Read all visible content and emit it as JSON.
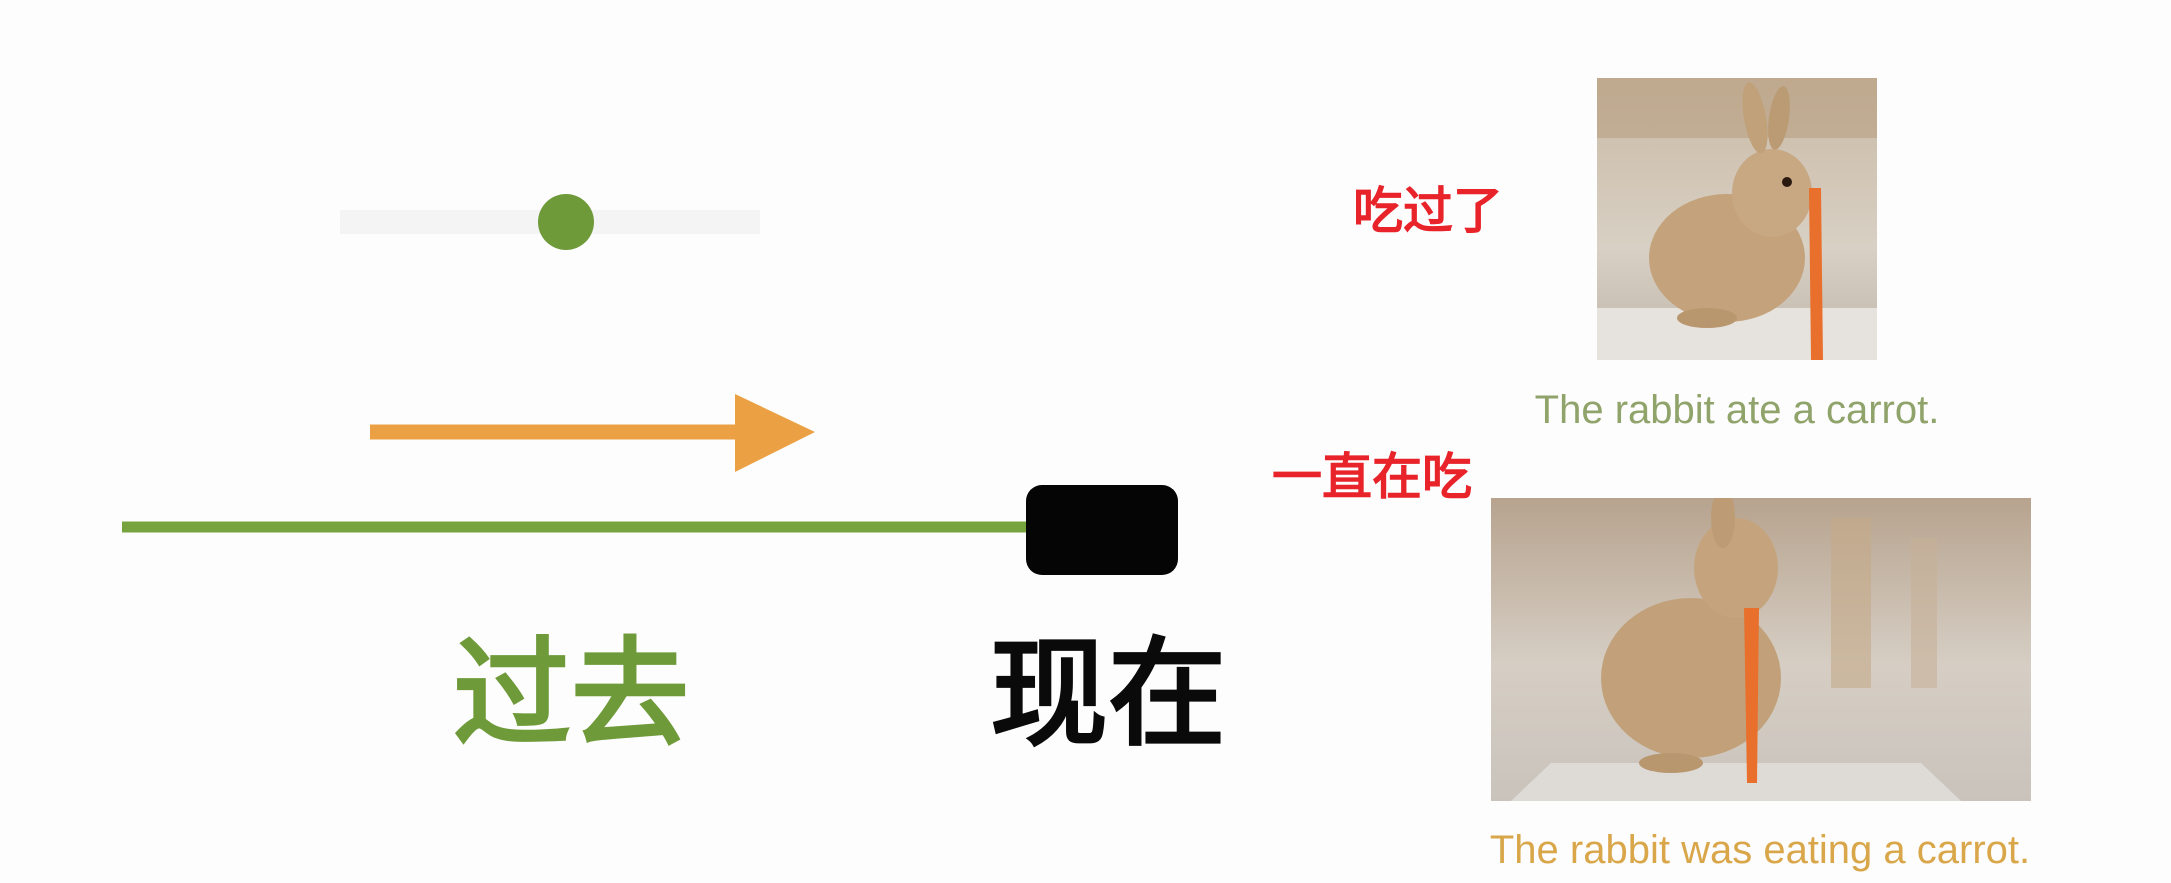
{
  "timeline": {
    "past_label": "过去",
    "present_label": "现在"
  },
  "examples": [
    {
      "label": "吃过了",
      "caption": "The rabbit ate a carrot.",
      "image": "rabbit-with-carrot-photo"
    },
    {
      "label": "一直在吃",
      "caption": "The rabbit was eating a carrot.",
      "image": "rabbit-eating-carrot-photo"
    }
  ],
  "colors": {
    "timeline_green": "#77a33f",
    "arrow_orange": "#eba143",
    "past_green": "#6f9a3a",
    "present_black": "#0a0a0a",
    "label_red": "#e8232a",
    "caption_green": "#8fa36a",
    "caption_orange": "#d9a74a"
  }
}
